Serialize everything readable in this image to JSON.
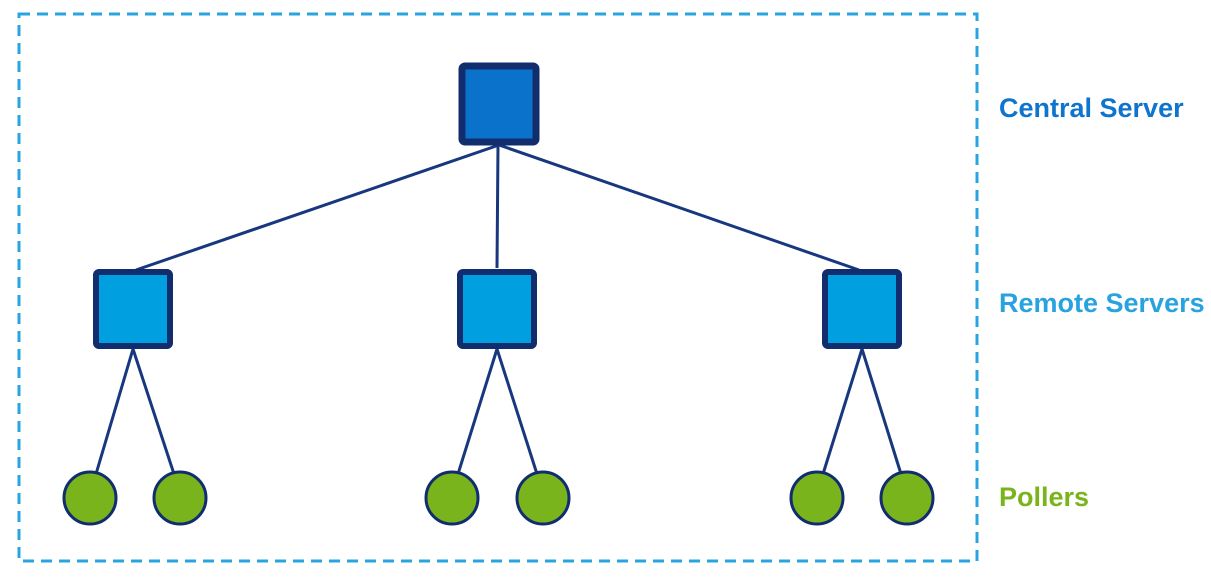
{
  "diagram": {
    "title_semantic": "distributed-monitoring-topology",
    "labels": {
      "central": "Central Server",
      "remote": "Remote Servers",
      "pollers": "Pollers"
    },
    "colors": {
      "central_fill": "#0a72ca",
      "remote_fill": "#009fdf",
      "poller_fill": "#7ab41c",
      "node_border": "#112d6d",
      "connector": "#17377e",
      "boundary": "#29a4e0",
      "central_label": "#0e74cd",
      "remote_label": "#29a3df",
      "poller_label": "#7ab41c"
    },
    "structure": {
      "central_server_count": 1,
      "remote_server_count": 3,
      "pollers_per_remote_server": 2,
      "total_pollers": 6
    }
  }
}
